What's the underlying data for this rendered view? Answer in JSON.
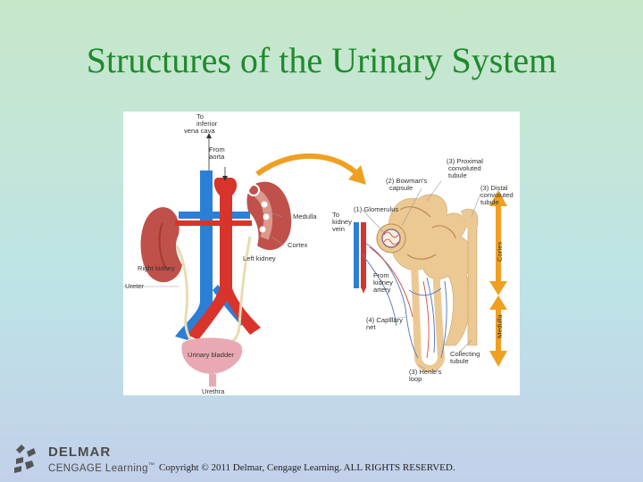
{
  "title": "Structures of the Urinary System",
  "figure": {
    "labels": {
      "to_ivc": [
        "To",
        "inferior",
        "vena cava"
      ],
      "from_aorta": [
        "From",
        "aorta"
      ],
      "medulla": "Medulla",
      "cortex": "Cortex",
      "left_kidney": "Left kidney",
      "right_kidney": "Right kidney",
      "ureter": "Ureter",
      "urinary_bladder": "Urinary bladder",
      "urethra": "Urethra",
      "bowmans_capsule": [
        "(2) Bowman's",
        "capsule"
      ],
      "proximal_tubule": [
        "(3) Proximal",
        "convoluted",
        "tubule"
      ],
      "distal_tubule": [
        "(3) Distal",
        "convoluted",
        "tubule"
      ],
      "glomerulus": "(1) Glomerulus",
      "to_kidney_vein": [
        "To",
        "kidney",
        "vein"
      ],
      "from_kidney_artery": [
        "From",
        "kidney",
        "artery"
      ],
      "capillary_net": [
        "(4) Capillary",
        "net"
      ],
      "collecting_tubule": [
        "Collecting",
        "tubule"
      ],
      "henles_loop": [
        "(3) Henle's",
        "loop"
      ],
      "cortex_bar": "Cortex",
      "medulla_bar": "Medulla"
    }
  },
  "footer": {
    "brand_line1": "DELMAR",
    "brand_line2": "CENGAGE Learning",
    "trademark": "™",
    "copyright": "Copyright © 2011 Delmar, Cengage Learning. ALL RIGHTS RESERVED."
  },
  "colors": {
    "title": "#1f8a2c",
    "artery": "#d9342b",
    "vein": "#2b7fd6",
    "kidney": "#c0504a",
    "orange_arrow": "#f0a020"
  }
}
